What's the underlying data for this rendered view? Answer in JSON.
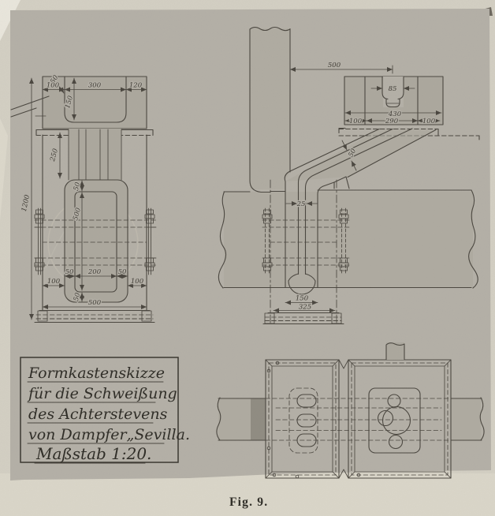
{
  "figure_caption": "Fig. 9.",
  "title_box": {
    "line1": "Formkastenskizze",
    "line2": "für die Schweißung",
    "line3": "des Achterstevens",
    "line4": "von Dampfer„Sevilla.",
    "line5": "Maßstab 1:20."
  },
  "colors": {
    "paper": "#d3cfc3",
    "paper_bottom": "#dad6c9",
    "panel": "#b4b0a7",
    "ink": "#4b4740",
    "ink_text": "#403d36",
    "script": "#2f2d27",
    "figure_fill": "#aca89e",
    "cavity_fill": "#bab6ab",
    "core_fill": "#908c82",
    "bar_fill": "#aeaaa0",
    "ghost": "#c7c3b6"
  },
  "front_view": {
    "dims": {
      "overall_height": "1200",
      "bracket_thickness": "50",
      "wall_top": "100",
      "cavity_width": "300",
      "edge_right": "120",
      "cavity_depth": "150",
      "neck_height": "250",
      "core_gap_top": "50",
      "core_height": "500",
      "core_gap_bottom": "50",
      "core_side_left": "50",
      "core_width": "200",
      "core_side_right": "50",
      "wall_left": "100",
      "wall_right": "100",
      "base_width": "500"
    }
  },
  "side_view": {
    "dims": {
      "post_to_slot": "500",
      "slot_width": "85",
      "box_width": "430",
      "flange_left": "100",
      "box_middle": "290",
      "flange_right": "100",
      "arm_thickness": "50",
      "seam_width": "25",
      "column_width": "150",
      "base_width": "325"
    }
  }
}
